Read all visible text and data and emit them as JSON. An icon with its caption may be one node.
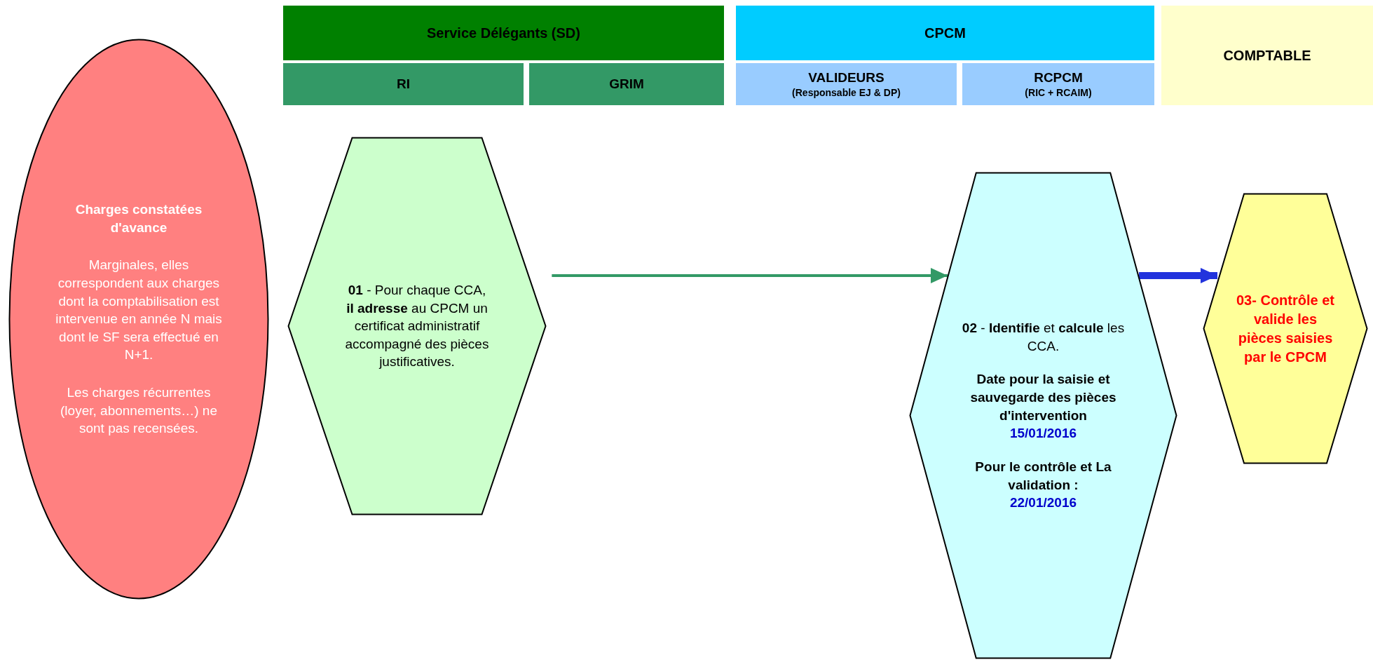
{
  "diagram": {
    "nodes": [
      {
        "text": [
          "Service Délégants (SD)"
        ]
      },
      {
        "text": [
          "RI"
        ]
      },
      {
        "text": [
          "GRIM"
        ]
      },
      {
        "text": [
          "CPCM"
        ]
      },
      {
        "text": [
          "VALIDEURS",
          "(Responsable EJ & DP)"
        ]
      },
      {
        "text": [
          "RCPCM",
          "(RIC + RCAIM)"
        ]
      },
      {
        "text": [
          "COMPTABLE"
        ]
      },
      {
        "text": [
          "Charges constatées d'avance",
          "Marginales, elles correspondent aux charges dont la comptabilisation est intervenue en année N mais dont le SF sera effectué en N+1.",
          "Les charges récurrentes (loyer, abonnements…) ne sont pas recensées."
        ]
      },
      {
        "text": [
          "**01** - Pour chaque CCA, **il adresse** au CPCM un certificat administratif accompagné des pièces justificatives."
        ]
      },
      {
        "text": [
          "**02** - **Identifie** et **calcule** les CCA.",
          "Date pour la saisie et sauvegarde des pièces d'intervention",
          "15/01/2016",
          "Pour le contrôle et La validation :",
          "22/01/2016"
        ]
      },
      {
        "text": [
          "03- Contrôle et valide les pièces saisies par le CPCM"
        ]
      }
    ],
    "edges": [
      {
        "from": 8,
        "to": 9,
        "arrow": "to",
        "color": "#339966"
      },
      {
        "from": 9,
        "to": 10,
        "arrow": "to",
        "style": "thick",
        "color": "#2233dd"
      }
    ]
  }
}
